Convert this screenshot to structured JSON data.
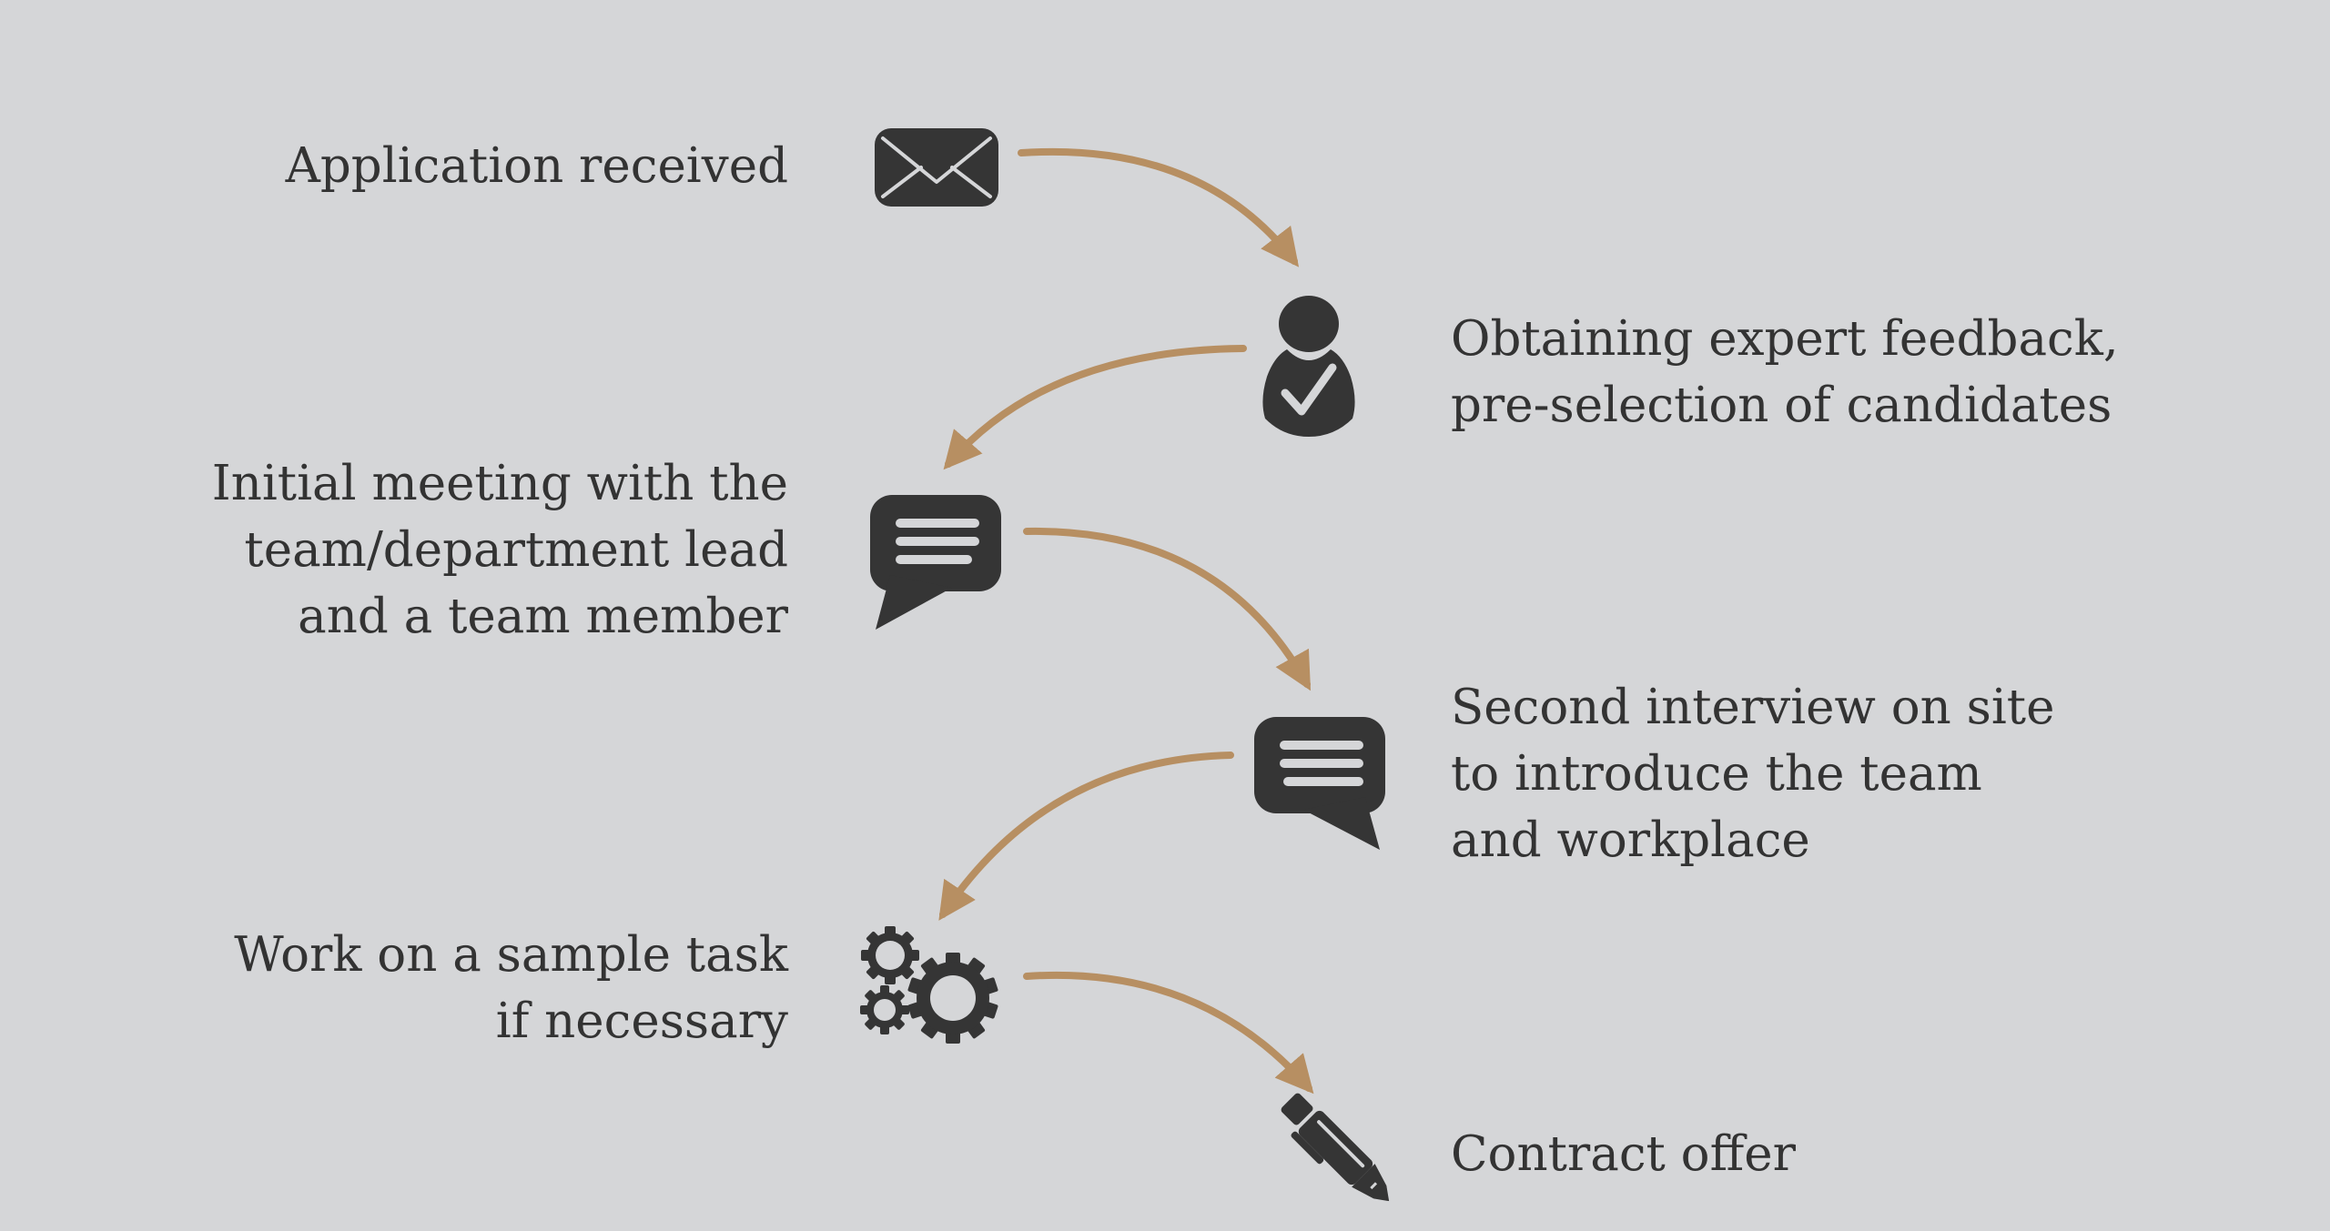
{
  "colors": {
    "background": "#d5d6d8",
    "icon": "#353535",
    "arrow": "#b78f62",
    "text": "#333333"
  },
  "steps": [
    {
      "lines": [
        "Application received"
      ],
      "icon": "envelope-icon"
    },
    {
      "lines": [
        "Obtaining expert feedback,",
        "pre-selection of candidates"
      ],
      "icon": "person-check-icon"
    },
    {
      "lines": [
        "Initial meeting with the",
        "team/department lead",
        "and a team member"
      ],
      "icon": "speech-bubble-icon"
    },
    {
      "lines": [
        "Second interview on site",
        "to introduce the team",
        "and workplace"
      ],
      "icon": "speech-bubble-icon"
    },
    {
      "lines": [
        "Work on a sample task",
        "if necessary"
      ],
      "icon": "gears-icon"
    },
    {
      "lines": [
        "Contract offer"
      ],
      "icon": "pen-icon"
    }
  ]
}
